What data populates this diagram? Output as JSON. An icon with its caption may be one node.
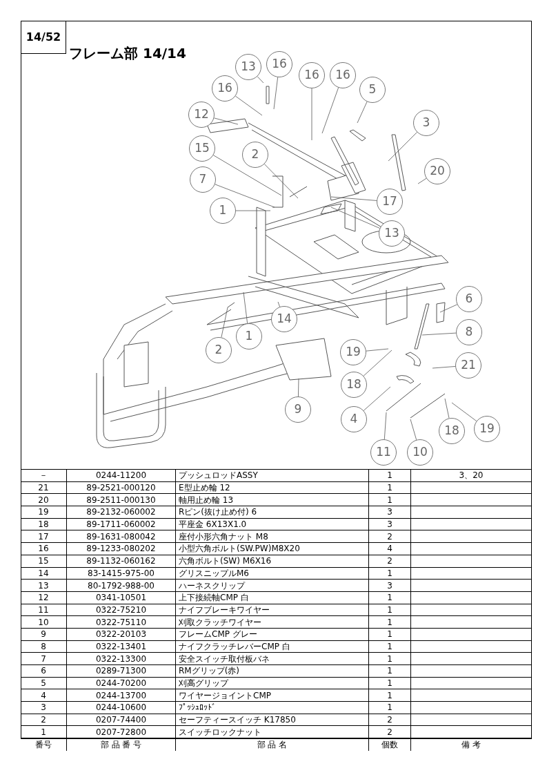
{
  "diagram": {
    "title": "フレーム部 14/14",
    "nodes": [
      {
        "text": [
          "13"
        ]
      },
      {
        "text": [
          "16"
        ]
      },
      {
        "text": [
          "16"
        ]
      },
      {
        "text": [
          "12"
        ]
      },
      {
        "text": [
          "16"
        ]
      },
      {
        "text": [
          "16"
        ]
      },
      {
        "text": [
          "5"
        ]
      },
      {
        "text": [
          "3"
        ]
      },
      {
        "text": [
          "20"
        ]
      },
      {
        "text": [
          "15"
        ]
      },
      {
        "text": [
          "2"
        ]
      },
      {
        "text": [
          "7"
        ]
      },
      {
        "text": [
          "1"
        ]
      },
      {
        "text": [
          "17"
        ]
      },
      {
        "text": [
          "13"
        ]
      },
      {
        "text": [
          "14"
        ]
      },
      {
        "text": [
          "1"
        ]
      },
      {
        "text": [
          "2"
        ]
      },
      {
        "text": [
          "19"
        ]
      },
      {
        "text": [
          "6"
        ]
      },
      {
        "text": [
          "8"
        ]
      },
      {
        "text": [
          "21"
        ]
      },
      {
        "text": [
          "18"
        ]
      },
      {
        "text": [
          "4"
        ]
      },
      {
        "text": [
          "9"
        ]
      },
      {
        "text": [
          "18"
        ]
      },
      {
        "text": [
          "19"
        ]
      },
      {
        "text": [
          "11"
        ]
      },
      {
        "text": [
          "10"
        ]
      }
    ],
    "edges": [
      {
        "from": 0,
        "to": null,
        "arrow": "none"
      },
      {
        "from": 1,
        "to": null,
        "arrow": "none"
      },
      {
        "from": 2,
        "to": null,
        "arrow": "none"
      },
      {
        "from": 3,
        "to": null,
        "arrow": "none"
      },
      {
        "from": 4,
        "to": null,
        "arrow": "none"
      },
      {
        "from": 5,
        "to": null,
        "arrow": "none"
      },
      {
        "from": 6,
        "to": null,
        "arrow": "none"
      },
      {
        "from": 7,
        "to": null,
        "arrow": "none"
      },
      {
        "from": 8,
        "to": null,
        "arrow": "none"
      },
      {
        "from": 9,
        "to": null,
        "arrow": "none"
      },
      {
        "from": 10,
        "to": null,
        "arrow": "none"
      },
      {
        "from": 11,
        "to": null,
        "arrow": "none"
      },
      {
        "from": 12,
        "to": null,
        "arrow": "none"
      },
      {
        "from": 13,
        "to": null,
        "arrow": "none"
      },
      {
        "from": 14,
        "to": null,
        "arrow": "none"
      },
      {
        "from": 15,
        "to": null,
        "arrow": "none"
      },
      {
        "from": 16,
        "to": null,
        "arrow": "none"
      },
      {
        "from": 17,
        "to": null,
        "arrow": "none"
      },
      {
        "from": 18,
        "to": null,
        "arrow": "none"
      },
      {
        "from": 19,
        "to": null,
        "arrow": "none"
      },
      {
        "from": 20,
        "to": null,
        "arrow": "none"
      },
      {
        "from": 21,
        "to": null,
        "arrow": "none"
      },
      {
        "from": 22,
        "to": null,
        "arrow": "none"
      },
      {
        "from": 23,
        "to": null,
        "arrow": "none"
      },
      {
        "from": 24,
        "to": null,
        "arrow": "none"
      },
      {
        "from": 25,
        "to": null,
        "arrow": "none"
      },
      {
        "from": 26,
        "to": null,
        "arrow": "none"
      },
      {
        "from": 27,
        "to": null,
        "arrow": "none"
      },
      {
        "from": 28,
        "to": null,
        "arrow": "none"
      }
    ],
    "labels": [
      "14/52",
      "－",
      "0244-11200",
      "プッシュロッドASSY",
      "1",
      "3、20",
      "21",
      "89-2521-000120",
      "E型止め輪 12",
      "1",
      "20",
      "89-2511-000130",
      "軸用止め輪 13",
      "1",
      "19",
      "89-2132-060002",
      "Rピン(抜け止め付) 6",
      "3",
      "18",
      "89-1711-060002",
      "平座金 6X13X1.0",
      "3",
      "17",
      "89-1631-080042",
      "座付小形六角ナット M8",
      "2",
      "16",
      "89-1233-080202",
      "小型六角ボルト(SW.PW)M8X20",
      "4",
      "15",
      "89-1132-060162",
      "六角ボルト(SW) M6X16",
      "2",
      "14",
      "83-1415-975-00",
      "グリスニップルM6",
      "1",
      "13",
      "80-1792-988-00",
      "ハーネスクリップ",
      "3",
      "12",
      "0341-10501",
      "上下接続軸CMP 白",
      "1",
      "11",
      "0322-75210",
      "ナイフブレーキワイヤー",
      "1",
      "10",
      "0322-75110",
      "刈取クラッチワイヤー",
      "1",
      "9",
      "0322-20103",
      "フレームCMP グレー",
      "1",
      "8",
      "0322-13401",
      "ナイフクラッチレバーCMP 白",
      "1",
      "7",
      "0322-13300",
      "安全スイッチ取付板バネ",
      "1",
      "6",
      "0289-71300",
      "RMグリップ(赤)",
      "1",
      "5",
      "0244-70200",
      "刈高グリップ",
      "1",
      "4",
      "0244-13700",
      "ワイヤージョイントCMP",
      "1",
      "3",
      "0244-10600",
      "ﾌﾟｯｼｭﾛｯﾄﾞ",
      "1",
      "2",
      "0207-74400",
      "セーフティースイッチ K17850",
      "2",
      "1",
      "0207-72800",
      "スイッチロックナット",
      "2",
      "番号",
      "部 品 番 号",
      "部 品 名",
      "個数",
      "備 考"
    ]
  }
}
